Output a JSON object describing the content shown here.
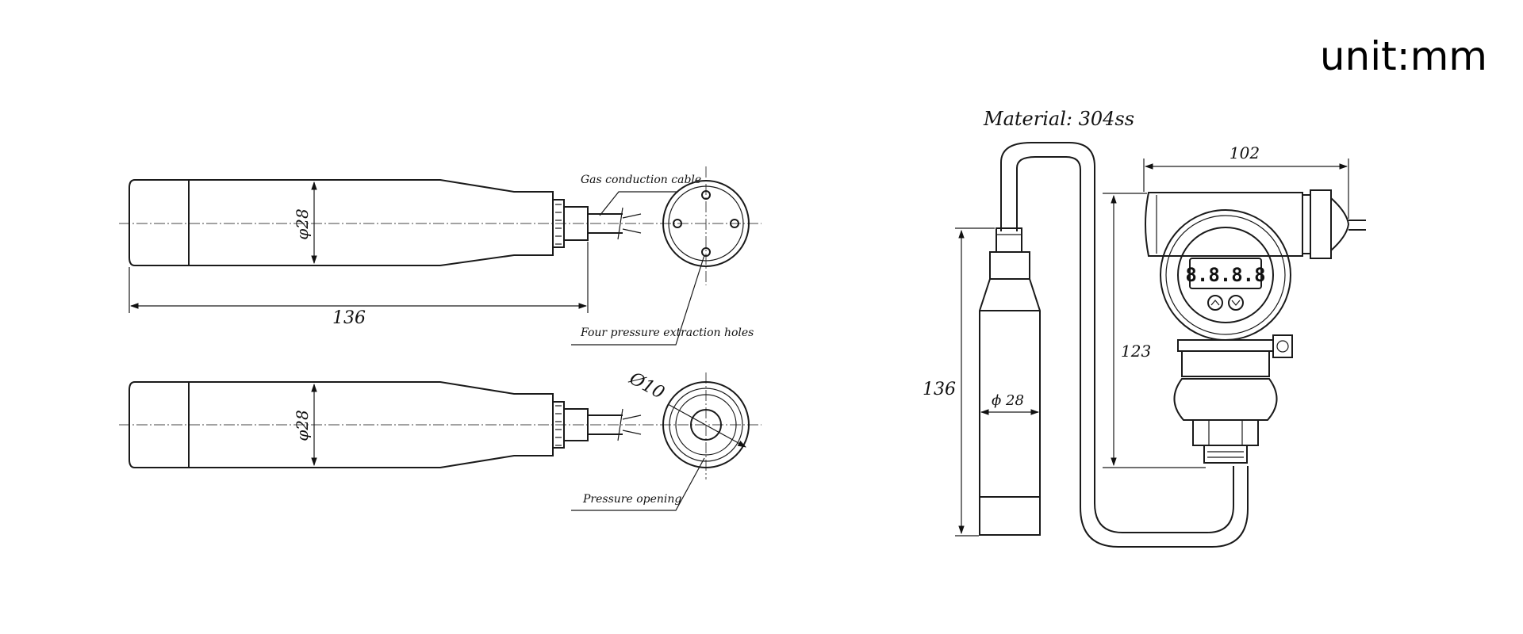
{
  "unit_label": "unit:mm",
  "material_label": "Material: 304ss",
  "top_probe": {
    "diameter_label": "φ28",
    "length_label": "136",
    "cable_label": "Gas conduction cable",
    "holes_label": "Four pressure extraction holes"
  },
  "bottom_probe": {
    "diameter_label": "φ28",
    "opening_diameter_label": "Ø10",
    "opening_label": "Pressure opening"
  },
  "assembly": {
    "width_label": "102",
    "height_label": "123",
    "probe_length_label": "136",
    "probe_diameter_label": "ϕ 28",
    "display_text": "8.8.8.8"
  }
}
